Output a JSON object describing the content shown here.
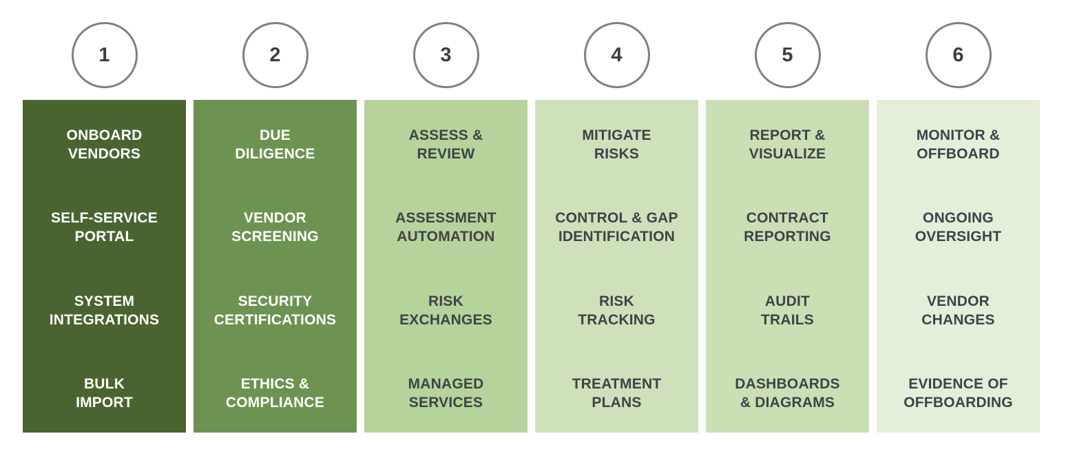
{
  "circle_style": {
    "border_color": "#7A8377",
    "number_color": "#3A3F44"
  },
  "text_colors": {
    "light_on_dark": "#FFFFFF",
    "dark_on_light": "#3E4347"
  },
  "steps": [
    {
      "number": "1",
      "bg": "#4A6431",
      "fg": "#FFFFFF",
      "items": [
        "ONBOARD\nVENDORS",
        "SELF-SERVICE\nPORTAL",
        "SYSTEM\nINTEGRATIONS",
        "BULK\nIMPORT"
      ]
    },
    {
      "number": "2",
      "bg": "#6D9352",
      "fg": "#FFFFFF",
      "items": [
        "DUE\nDILIGENCE",
        "VENDOR\nSCREENING",
        "SECURITY\nCERTIFICATIONS",
        "ETHICS &\nCOMPLIANCE"
      ]
    },
    {
      "number": "3",
      "bg": "#B6D39B",
      "fg": "#3E4347",
      "items": [
        "ASSESS &\nREVIEW",
        "ASSESSMENT\nAUTOMATION",
        "RISK\nEXCHANGES",
        "MANAGED\nSERVICES"
      ]
    },
    {
      "number": "4",
      "bg": "#CFE1BB",
      "fg": "#3E4347",
      "items": [
        "MITIGATE\nRISKS",
        "CONTROL & GAP\nIDENTIFICATION",
        "RISK\nTRACKING",
        "TREATMENT\nPLANS"
      ]
    },
    {
      "number": "5",
      "bg": "#CBDFB5",
      "fg": "#3E4347",
      "items": [
        "REPORT &\nVISUALIZE",
        "CONTRACT\nREPORTING",
        "AUDIT\nTRAILS",
        "DASHBOARDS\n& DIAGRAMS"
      ]
    },
    {
      "number": "6",
      "bg": "#E4EFDA",
      "fg": "#3E4347",
      "items": [
        "MONITOR &\nOFFBOARD",
        "ONGOING\nOVERSIGHT",
        "VENDOR\nCHANGES",
        "EVIDENCE OF\nOFFBOARDING"
      ]
    }
  ]
}
